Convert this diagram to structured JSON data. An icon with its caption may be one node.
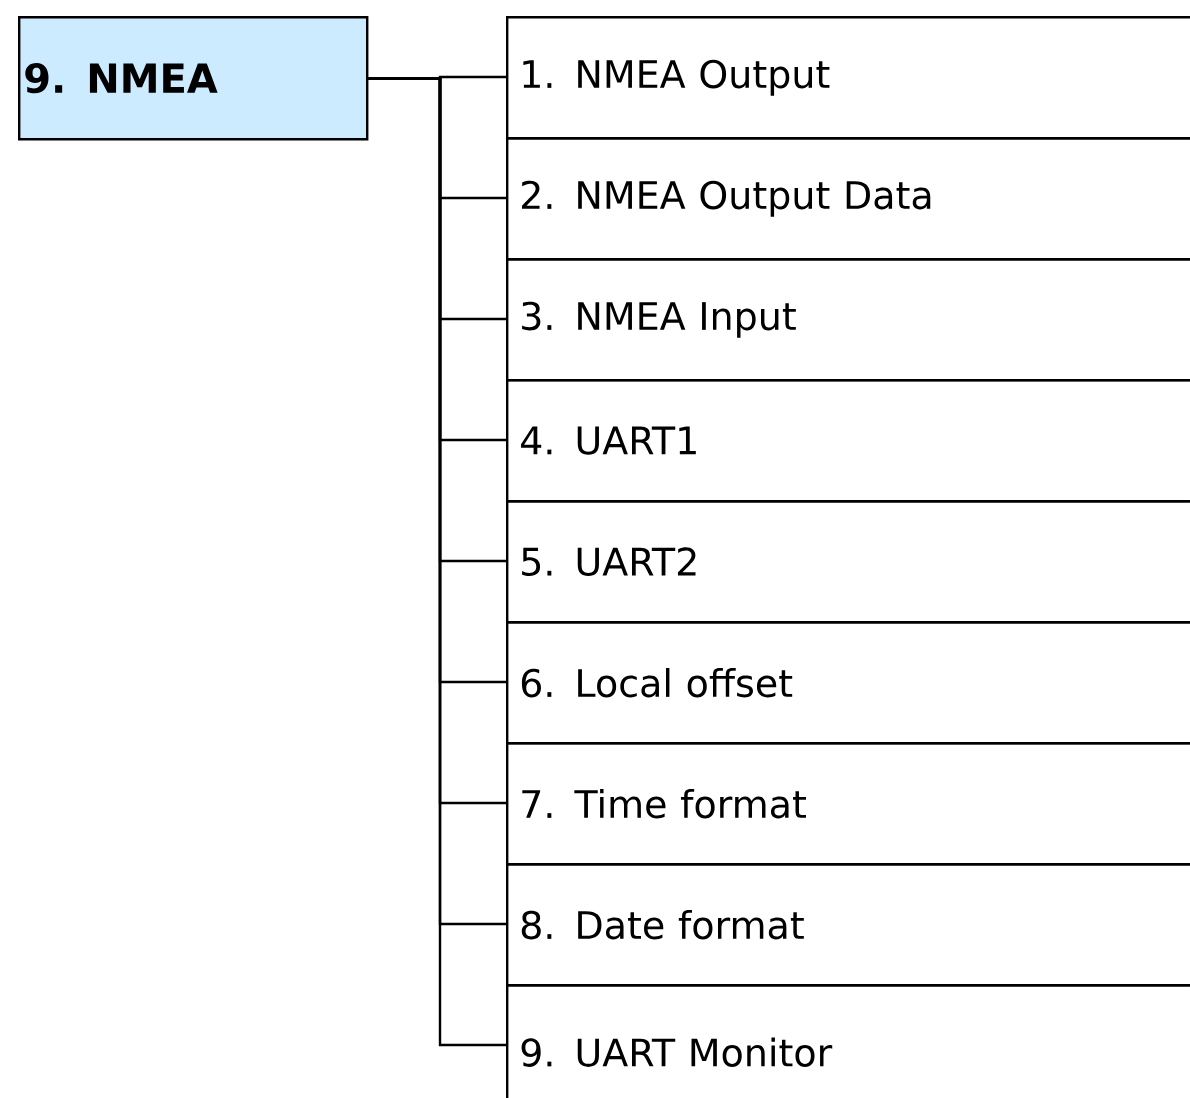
{
  "diagram": {
    "nodes": [
      {
        "text": [
          "9. NMEA"
        ]
      },
      {
        "text": [
          "1. NMEA Output"
        ]
      },
      {
        "text": [
          "2. NMEA Output Data"
        ]
      },
      {
        "text": [
          "3. NMEA Input"
        ]
      },
      {
        "text": [
          "4. UART1"
        ]
      },
      {
        "text": [
          "5. UART2"
        ]
      },
      {
        "text": [
          "6. Local offset"
        ]
      },
      {
        "text": [
          "7. Time format"
        ]
      },
      {
        "text": [
          "8. Date format"
        ]
      },
      {
        "text": [
          "9. UART Monitor"
        ]
      }
    ],
    "edges": [
      {
        "from": 0,
        "to": 1,
        "arrow": "none"
      },
      {
        "from": 0,
        "to": 2,
        "arrow": "none"
      },
      {
        "from": 0,
        "to": 3,
        "arrow": "none"
      },
      {
        "from": 0,
        "to": 4,
        "arrow": "none"
      },
      {
        "from": 0,
        "to": 5,
        "arrow": "none"
      },
      {
        "from": 0,
        "to": 6,
        "arrow": "none"
      },
      {
        "from": 0,
        "to": 7,
        "arrow": "none"
      },
      {
        "from": 0,
        "to": 8,
        "arrow": "none"
      },
      {
        "from": 0,
        "to": 9,
        "arrow": "none"
      }
    ]
  }
}
